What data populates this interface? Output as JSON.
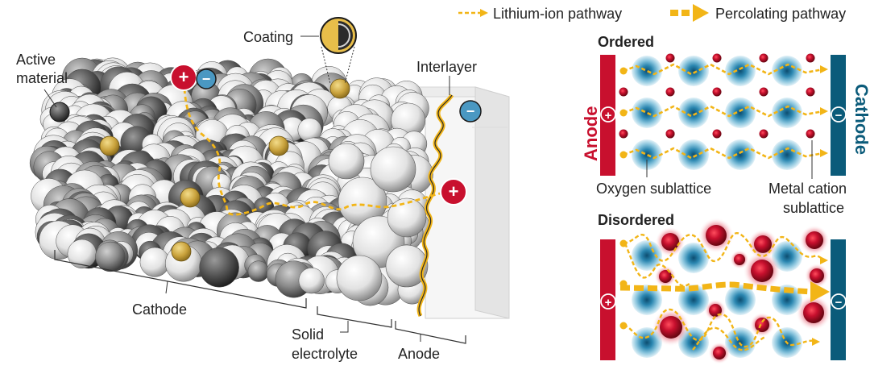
{
  "legend": {
    "lithium_ion_pathway": "Lithium-ion pathway",
    "percolating_pathway": "Percolating pathway"
  },
  "cathode_illustration": {
    "coating": "Coating",
    "active_material_line1": "Active",
    "active_material_line2": "material",
    "interlayer": "Interlayer",
    "cathode": "Cathode",
    "solid_electrolyte_line1": "Solid",
    "solid_electrolyte_line2": "electrolyte",
    "anode": "Anode",
    "plus_sign": "+",
    "minus_sign": "−"
  },
  "ordered_panel": {
    "title": "Ordered",
    "anode": "Anode",
    "cathode": "Cathode",
    "oxygen_sublattice": "Oxygen sublattice",
    "metal_cation_line1": "Metal cation",
    "metal_cation_line2": "sublattice"
  },
  "disordered_panel": {
    "title": "Disordered"
  },
  "colors": {
    "anode_red": "#c8102e",
    "cathode_teal": "#0b5b7a",
    "pathway_yellow": "#f2b517",
    "oxygen_blue": "#1a6b94",
    "cation_red": "#c8102e"
  }
}
